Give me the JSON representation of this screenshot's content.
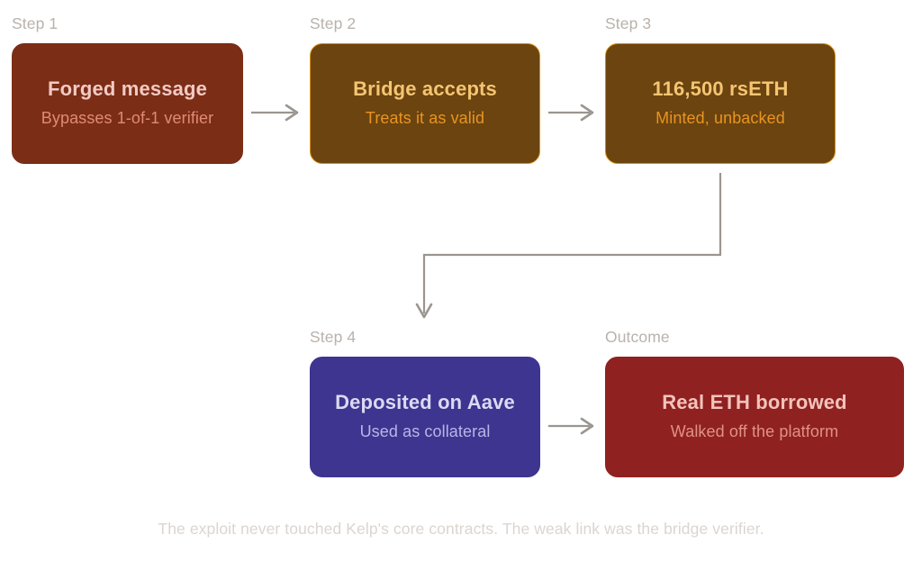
{
  "diagram": {
    "title_caption": "The exploit never touched Kelp's core contracts. The weak link was the bridge verifier.",
    "background": "#ffffff",
    "label_color": "#b9b2ac",
    "caption_color": "#dbd5cf",
    "connector_color": "#9a968f"
  },
  "nodes": [
    {
      "id": "step1",
      "label": "Step 1",
      "title": "Forged message",
      "subtitle": "Bypasses 1-of-1 verifier",
      "fill": "#7b2d16",
      "border": "#7b2d16",
      "title_color": "#f3cac3",
      "subtitle_color": "#e08b74"
    },
    {
      "id": "step2",
      "label": "Step 2",
      "title": "Bridge accepts",
      "subtitle": "Treats it as valid",
      "fill": "#6b4410",
      "border": "#d8900f",
      "title_color": "#f5c572",
      "subtitle_color": "#e99420"
    },
    {
      "id": "step3",
      "label": "Step 3",
      "title": "116,500 rsETH",
      "subtitle": "Minted, unbacked",
      "fill": "#6b4410",
      "border": "#d8900f",
      "title_color": "#f5c572",
      "subtitle_color": "#e99420"
    },
    {
      "id": "step4",
      "label": "Step 4",
      "title": "Deposited on Aave",
      "subtitle": "Used as collateral",
      "fill": "#3d358f",
      "border": "#3d358f",
      "title_color": "#dcd9f2",
      "subtitle_color": "#bab5e6"
    },
    {
      "id": "outcome",
      "label": "Outcome",
      "title": "Real ETH borrowed",
      "subtitle": "Walked off the platform",
      "fill": "#8f2121",
      "border": "#8f2121",
      "title_color": "#f3c3bb",
      "subtitle_color": "#e09283"
    }
  ],
  "connectors": [
    {
      "id": "step1-to-step2",
      "from": "step1",
      "to": "step2",
      "kind": "arrow-right"
    },
    {
      "id": "step2-to-step3",
      "from": "step2",
      "to": "step3",
      "kind": "arrow-right"
    },
    {
      "id": "step3-to-step4",
      "from": "step3",
      "to": "step4",
      "kind": "elbow-down"
    },
    {
      "id": "step4-to-outcome",
      "from": "step4",
      "to": "outcome",
      "kind": "arrow-right"
    }
  ]
}
